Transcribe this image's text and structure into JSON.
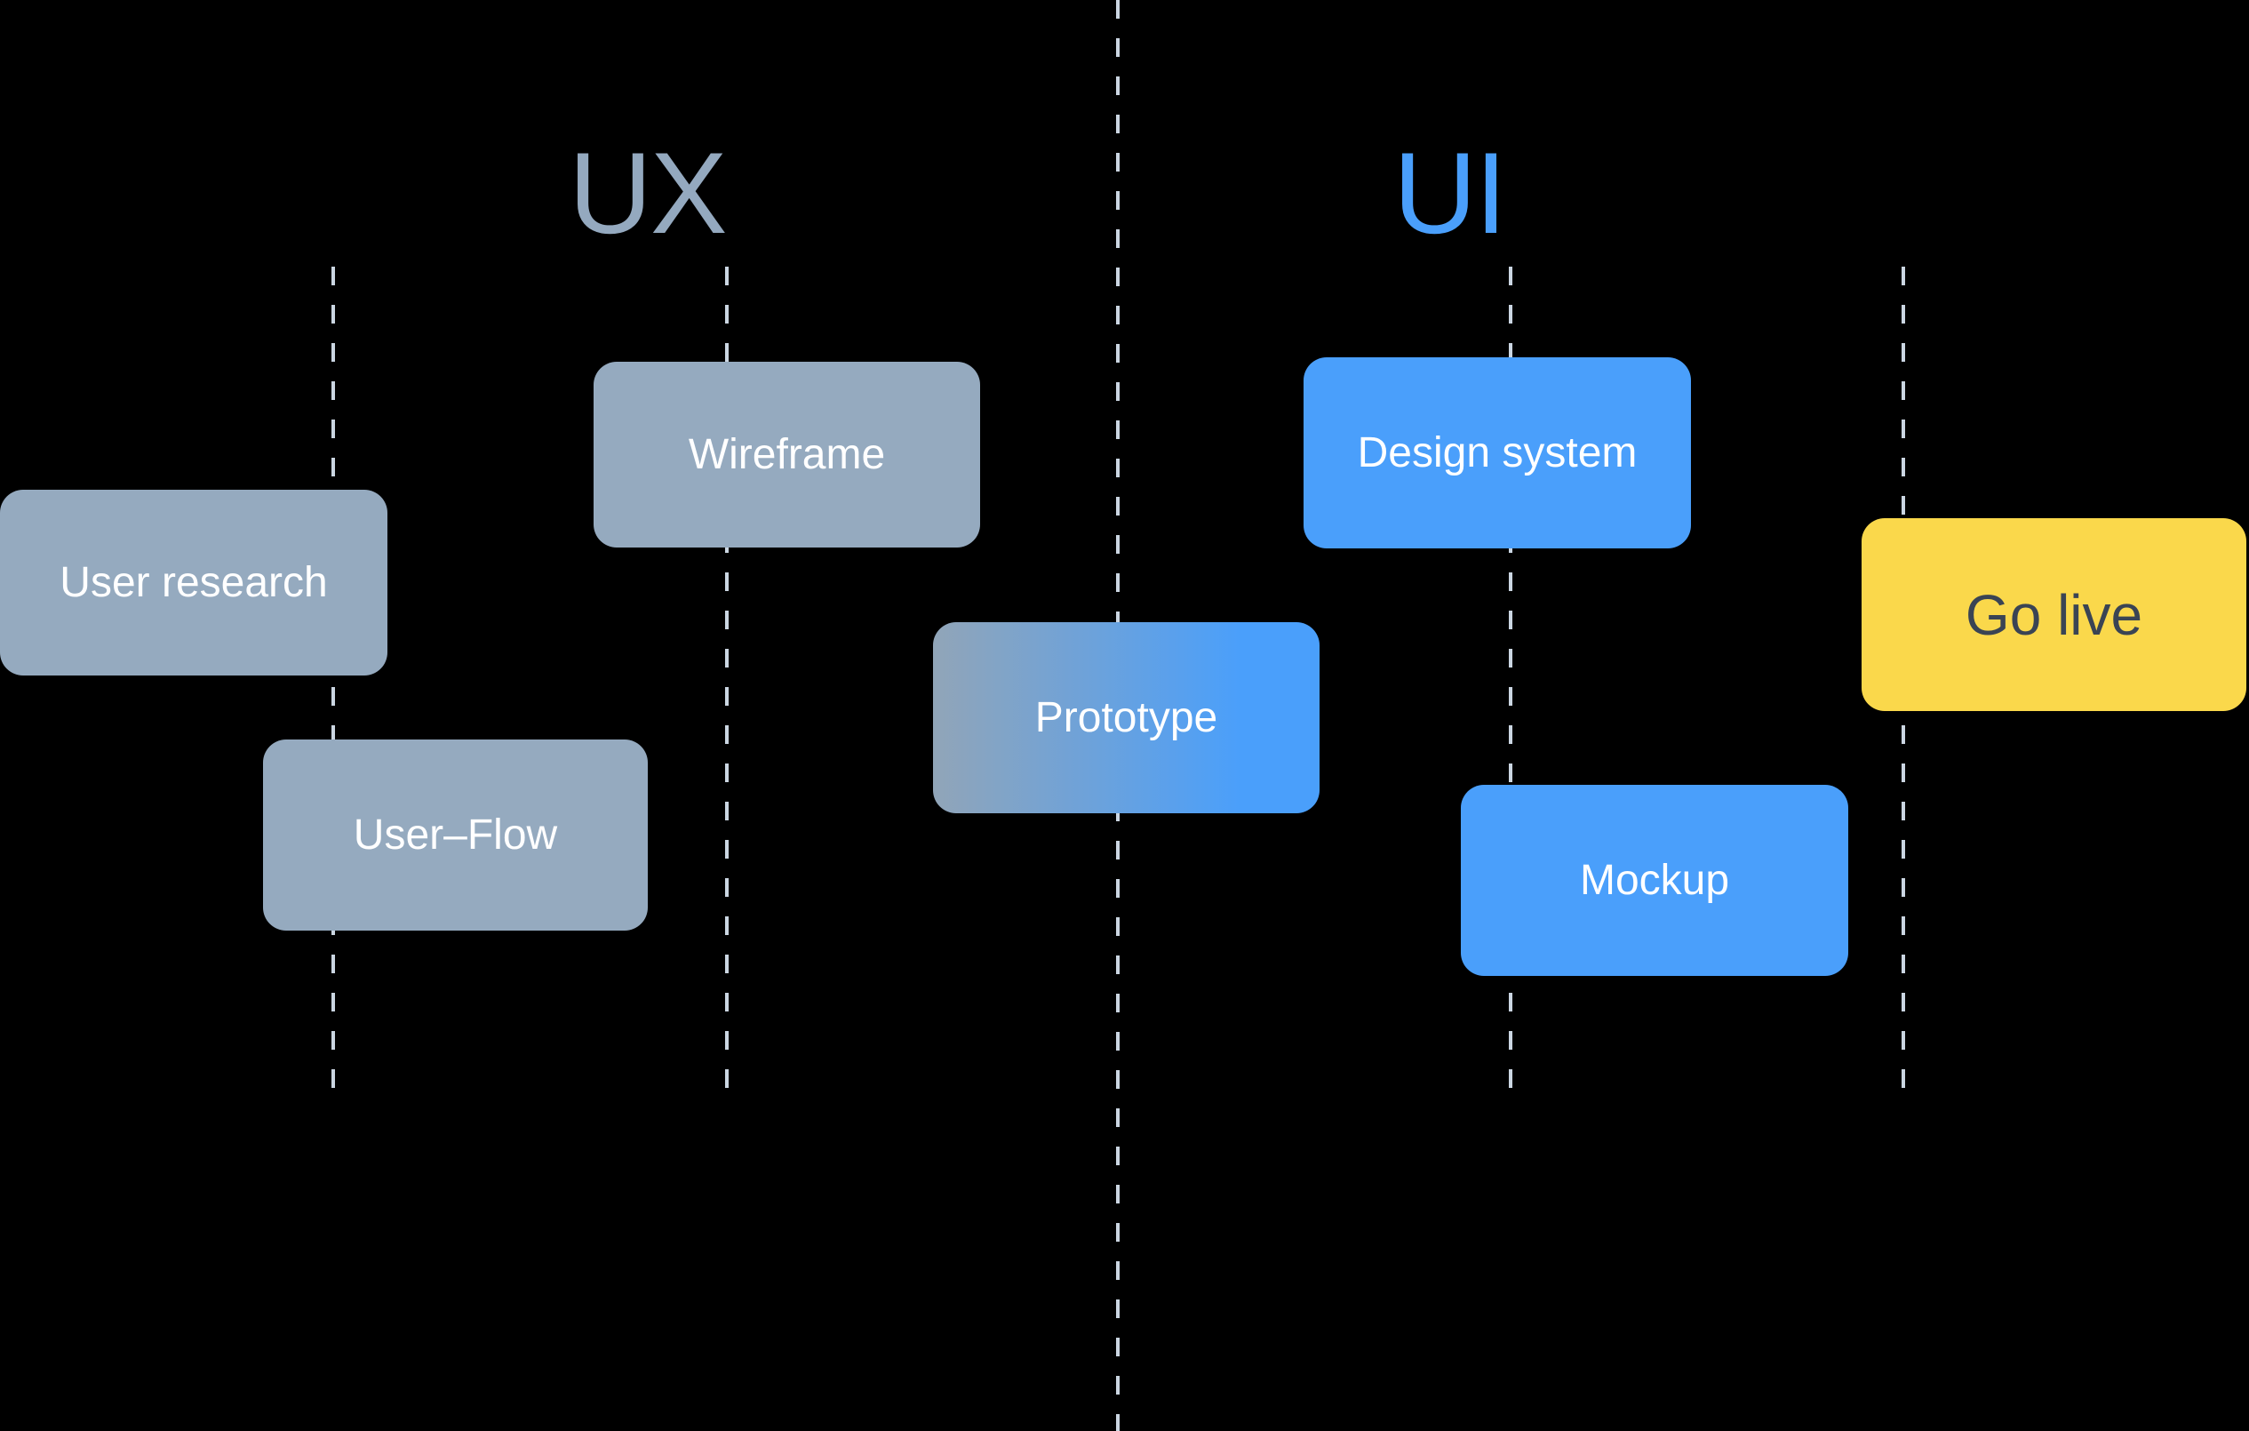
{
  "headers": [
    {
      "label": "UX",
      "color": "#94A9BF"
    },
    {
      "label": "UI",
      "color": "#4A9FFB"
    }
  ],
  "tasks": [
    {
      "label": "User research",
      "variant": "gray"
    },
    {
      "label": "User–Flow",
      "variant": "gray"
    },
    {
      "label": "Wireframe",
      "variant": "gray"
    },
    {
      "label": "Prototype",
      "variant": "gray-to-blue-gradient"
    },
    {
      "label": "Design system",
      "variant": "blue"
    },
    {
      "label": "Mockup",
      "variant": "blue"
    },
    {
      "label": "Go live",
      "variant": "yellow"
    }
  ],
  "colors": {
    "background": "#000000",
    "ux_gray_blue": "#95AABF",
    "ui_blue": "#4A9FFB",
    "gradient_start": "#91A5B8",
    "go_live_yellow": "#FAD84B",
    "go_live_text": "#3A4454",
    "card_text": "#FFFFFF",
    "dashed_line": "#CBD6E2"
  }
}
